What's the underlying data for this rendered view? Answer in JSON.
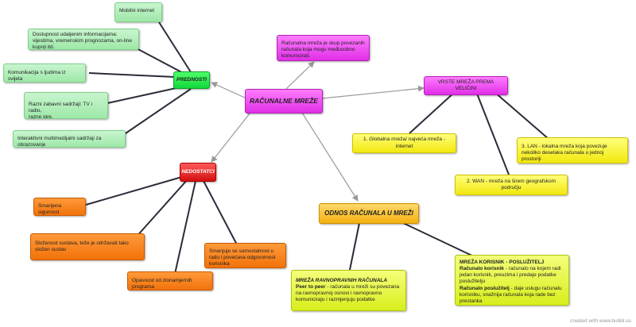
{
  "center": {
    "label": "RAČUNALNE MREŽE"
  },
  "definition": {
    "text": "Računalna mreža je skup povezanih računala koja mogu međusobno komunicirati."
  },
  "advantages": {
    "label": "PREDNOSTI",
    "items": [
      "Mobilni internet",
      "Dostupnost udaljenim informacijama: vijestima, vremenskim prognozama, on-line kupnji itd.",
      "Komunikacija s ljudima iz svijeta",
      "Razni zabavni sadržaji: TV i radio,\nrazne igre.",
      "Interaktivni multimedijalni sadržaji za obrazovanje"
    ]
  },
  "disadvantages": {
    "label": "NEDOSTATCI",
    "items": [
      "Smanjena sigurnost",
      "Složenost sustava, teže je održavati tako složen sustav",
      "Opasnost od zlonamjernih programa",
      "Smanjuje se samostalnost u radu i povećava odgovornost korisnika"
    ]
  },
  "types": {
    "label": "VRSTE MREŽA PREMA VELIČINI",
    "items": [
      "1. Globalna mreža/ najveća mreža - internet",
      "2. WAN - mreža na širem geografskom području",
      "3. LAN - lokalna mreža koja povezuje nekoliko desetaka računala u jednoj prostoriji"
    ]
  },
  "relations": {
    "label": "ODNOS RAČUNALA U MREŽI",
    "p2p": {
      "title": "MREŽA RAVNOPRAVNIH RAČUNALA",
      "term": "Peer to peer",
      "desc": " - računala u mreži su povezana na ravnopravnoj osnovi i ravnopravno komuniciraju i razmjenjuju podatke"
    },
    "client_server": {
      "title": "MREŽA KORISNIK - POSLUŽITELJ",
      "client_term": "Računalo korisnik",
      "client_desc": " - računalo na kojem radi jedan korisnik, preuzima i predaje podatke poslužitelju",
      "server_term": "Računalo poslužitelj",
      "server_desc": " - daje uslugu računalu korisniku, snažnija računala koja rade bez prestanka"
    }
  },
  "credit": "created with www.bubbl.us"
}
